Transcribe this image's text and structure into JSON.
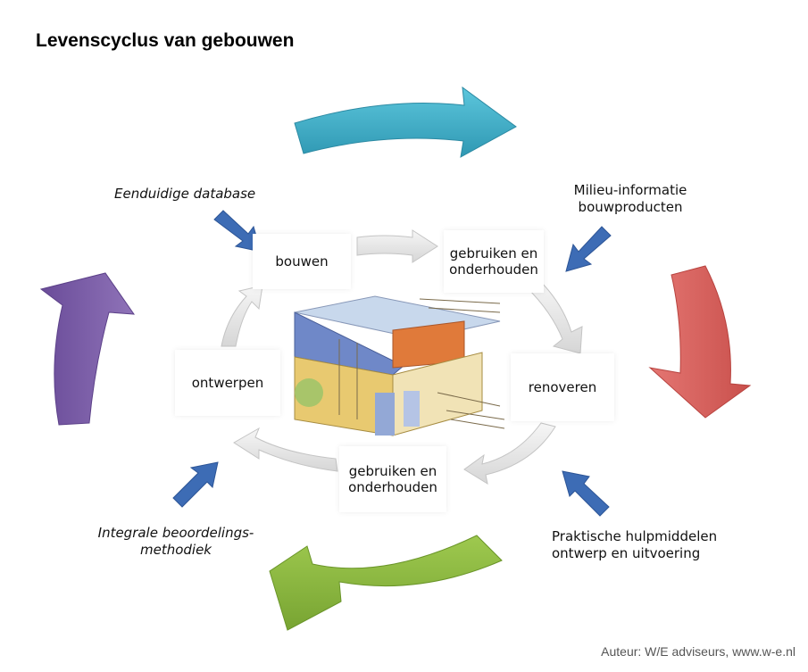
{
  "title": "Levenscyclus van gebouwen",
  "stages": {
    "bouwen": "bouwen",
    "gebruiken_top": "gebruiken en\nonderhouden",
    "renoveren": "renoveren",
    "gebruiken_bottom": "gebruiken en\nonderhouden",
    "ontwerpen": "ontwerpen"
  },
  "notes": {
    "eenduidige_database": "Eenduidige database",
    "milieu_informatie": "Milieu-informatie\nbouwproducten",
    "praktische_hulpmiddelen": "Praktische hulpmiddelen\nontwerp en uitvoering",
    "integrale_beoordeling": "Integrale beoordelings-\nmethodiek"
  },
  "credit": "Auteur: W/E adviseurs, www.w-e.nl",
  "colors": {
    "arrow_top": "#3fb0c9",
    "arrow_right": "#d9605c",
    "arrow_bottom": "#8db63f",
    "arrow_left": "#7d5fa8",
    "pointer_arrows": "#3d6cb5",
    "inner_cycle": "#e3e3e3"
  },
  "icons": {
    "big_cycle": [
      "arrow-top-icon",
      "arrow-right-icon",
      "arrow-bottom-icon",
      "arrow-left-icon"
    ],
    "pointer": "blue-pointer-arrow-icon",
    "center_image": "house-construction-illustration"
  }
}
